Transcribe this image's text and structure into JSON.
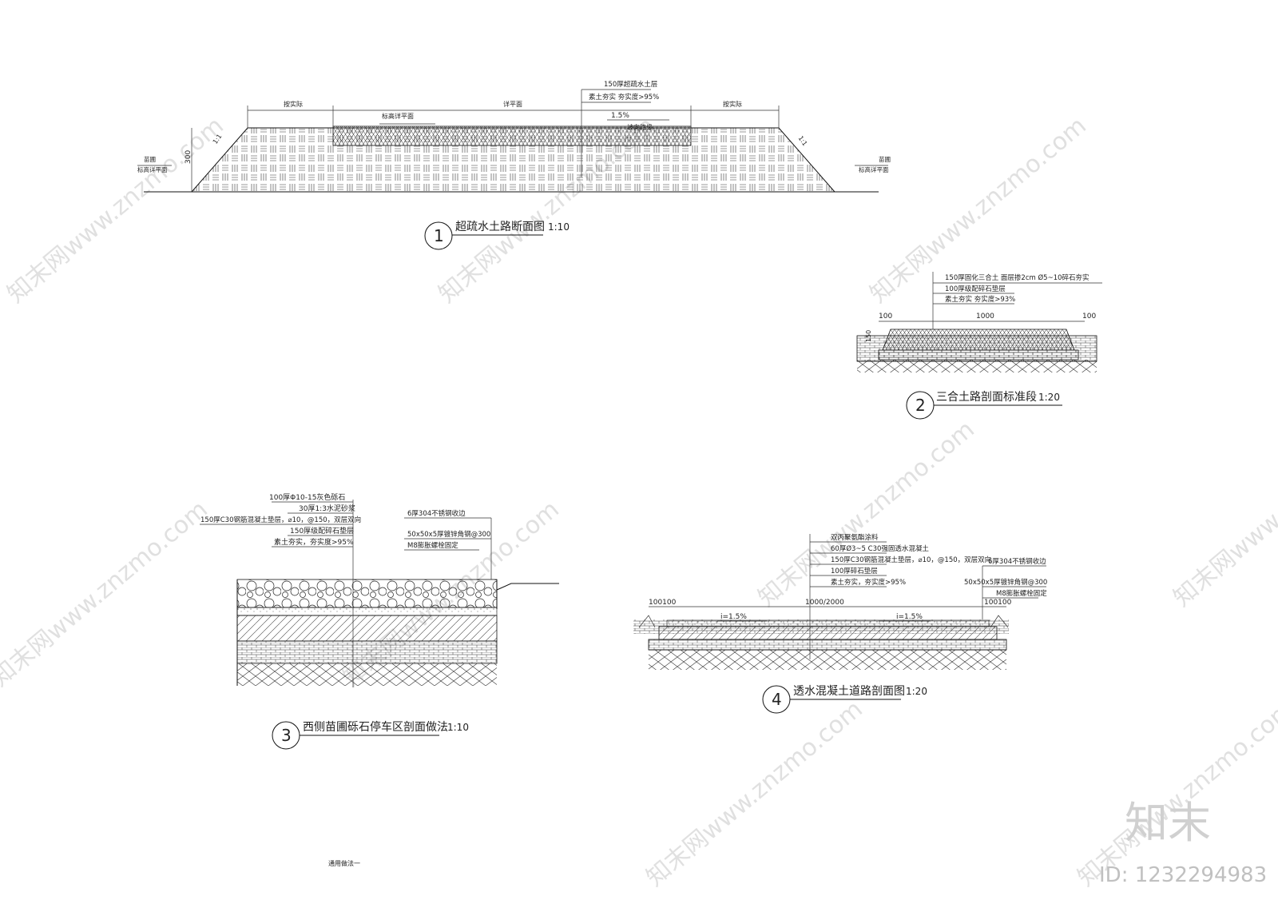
{
  "drawing1": {
    "num": "1",
    "title": "超疏水土路断面图",
    "scale": "1:10",
    "labels": {
      "top": "150厚超疏水土层",
      "top2": "素土夯实  夯实度>95%",
      "left_span": "按实际",
      "mid_span": "详平面",
      "right_span": "按实际",
      "design_level": "标高详平面",
      "slope": "1.5%",
      "slope_label": "坡向路缘",
      "left_ratio": "1:1",
      "right_ratio": "1:1",
      "height": "300",
      "left_a": "苗圃",
      "left_b": "标高详平面",
      "right_a": "苗圃",
      "right_b": "标高详平面"
    }
  },
  "drawing2": {
    "num": "2",
    "title": "三合土路剖面标准段",
    "scale": "1:20",
    "labels": [
      "150厚固化三合土  面层掺2cm Ø5~10碎石夯实",
      "100厚级配碎石垫层",
      "素土夯实  夯实度>93%"
    ],
    "dims": [
      "100",
      "1000",
      "100"
    ],
    "side": "150"
  },
  "drawing3": {
    "num": "3",
    "title": "西侧苗圃砾石停车区剖面做法",
    "scale": "1:10",
    "labels_left": [
      "100厚Φ10-15灰色砾石",
      "30厚1:3水泥砂浆",
      "150厚C30钢筋混凝土垫层，⌀10，@150，双层双向",
      "150厚级配碎石垫层",
      "素土夯实，夯实度>95%"
    ],
    "labels_right": [
      "6厚304不锈钢收边",
      "50x50x5厚镀锌角钢@300",
      "M8膨胀螺栓固定"
    ]
  },
  "drawing4": {
    "num": "4",
    "title": "透水混凝土道路剖面图",
    "scale": "1:20",
    "labels_left": [
      "双丙聚氨酯涂料",
      "60厚Ø3~5 C30强固透水混凝土",
      "150厚C30钢筋混凝土垫层，⌀10，@150，双层双向",
      "100厚碎石垫层",
      "素土夯实，夯实度>95%"
    ],
    "labels_right": [
      "6厚304不锈钢收边",
      "50x50x5厚镀锌角钢@300",
      "M8膨胀螺栓固定"
    ],
    "dim_mid": "1000/2000",
    "dim_left": "100100",
    "dim_right": "100100",
    "slope_left": "i=1.5%",
    "slope_right": "i=1.5%"
  },
  "footer": "通用做法一",
  "brand": "知末",
  "id_text": "ID: 1232294983",
  "watermark": "知末网www.znzmo.com"
}
